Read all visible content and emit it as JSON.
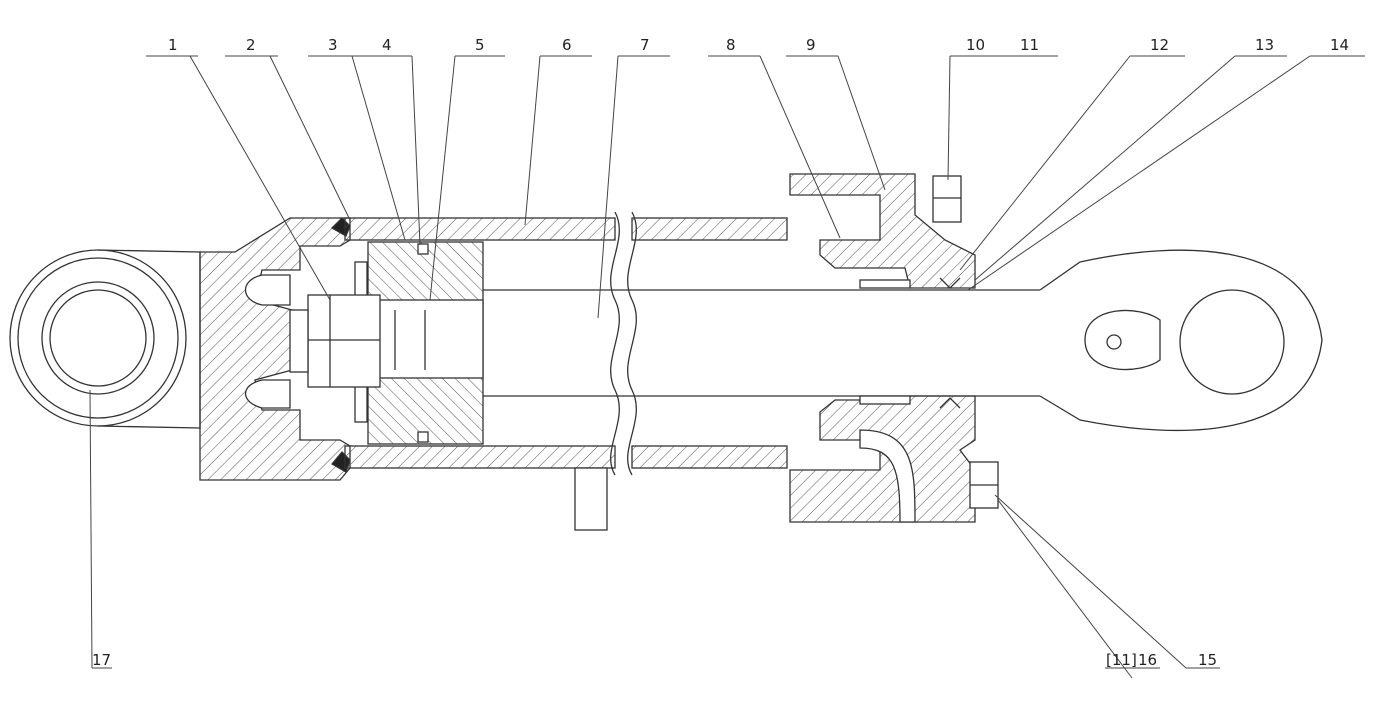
{
  "callouts": [
    {
      "id": "c1",
      "label": "1"
    },
    {
      "id": "c2",
      "label": "2"
    },
    {
      "id": "c3",
      "label": "3"
    },
    {
      "id": "c4",
      "label": "4"
    },
    {
      "id": "c5",
      "label": "5"
    },
    {
      "id": "c6",
      "label": "6"
    },
    {
      "id": "c7",
      "label": "7"
    },
    {
      "id": "c8",
      "label": "8"
    },
    {
      "id": "c9",
      "label": "9"
    },
    {
      "id": "c10",
      "label": "10"
    },
    {
      "id": "c11",
      "label": "11"
    },
    {
      "id": "c12",
      "label": "12"
    },
    {
      "id": "c13",
      "label": "13"
    },
    {
      "id": "c14",
      "label": "14"
    },
    {
      "id": "c15",
      "label": "15"
    },
    {
      "id": "c16",
      "label": "16"
    },
    {
      "id": "c17",
      "label": "17"
    },
    {
      "id": "c11b",
      "label": "[11]"
    }
  ],
  "colors": {
    "line": "#333333",
    "hatch": "#555555",
    "background": "#ffffff"
  }
}
